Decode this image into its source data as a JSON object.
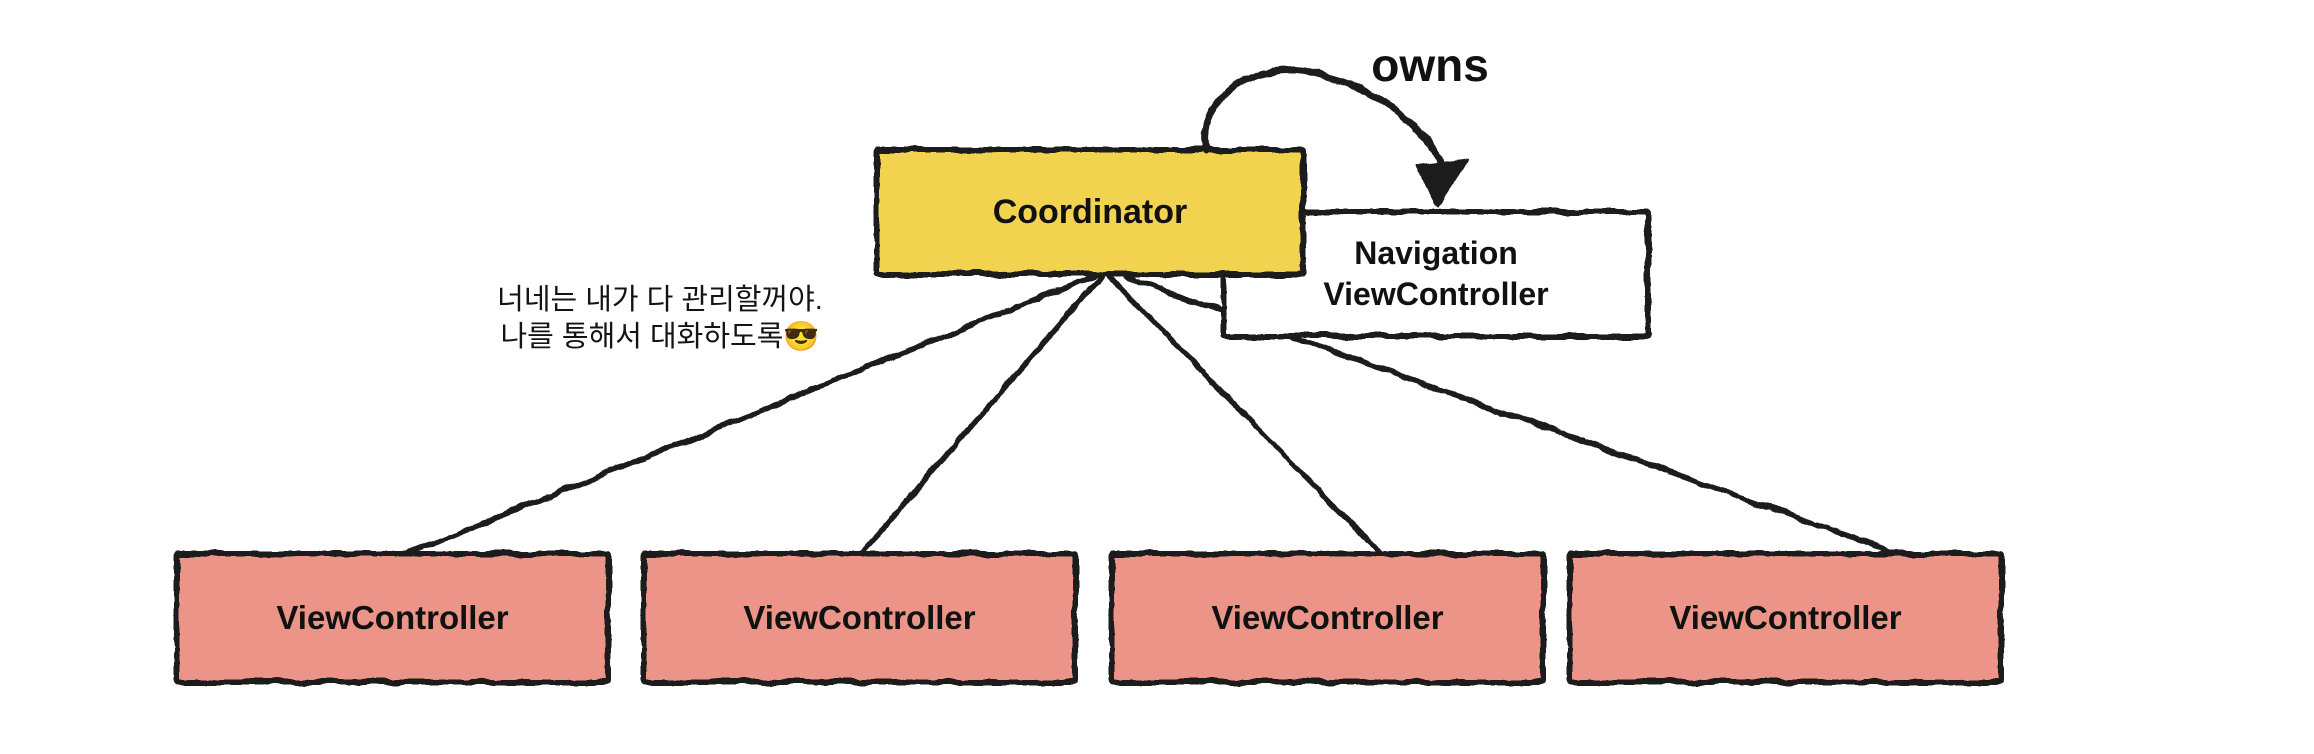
{
  "diagram": {
    "coordinator_label": "Coordinator",
    "navigation_label_line1": "Navigation",
    "navigation_label_line2": "ViewController",
    "note_line1": "너네는 내가 다 관리할꺼야.",
    "note_line2": "나를 통해서 대화하도록😎",
    "view_controllers": [
      {
        "label": "ViewController"
      },
      {
        "label": "ViewController"
      },
      {
        "label": "ViewController"
      },
      {
        "label": "ViewController"
      }
    ],
    "edges": [
      {
        "from": "Coordinator",
        "to": "NavigationViewController",
        "label": "owns",
        "style": "curved-arrow"
      },
      {
        "from": "Coordinator",
        "to": "ViewController-1",
        "style": "line"
      },
      {
        "from": "Coordinator",
        "to": "ViewController-2",
        "style": "line"
      },
      {
        "from": "Coordinator",
        "to": "ViewController-3",
        "style": "line"
      },
      {
        "from": "Coordinator",
        "to": "ViewController-4",
        "style": "line"
      }
    ],
    "colors": {
      "coordinator_fill": "#F2D34F",
      "view_controller_fill": "#ED9488",
      "navigation_fill": "#FFFFFF",
      "stroke": "#1C1C1C"
    }
  }
}
